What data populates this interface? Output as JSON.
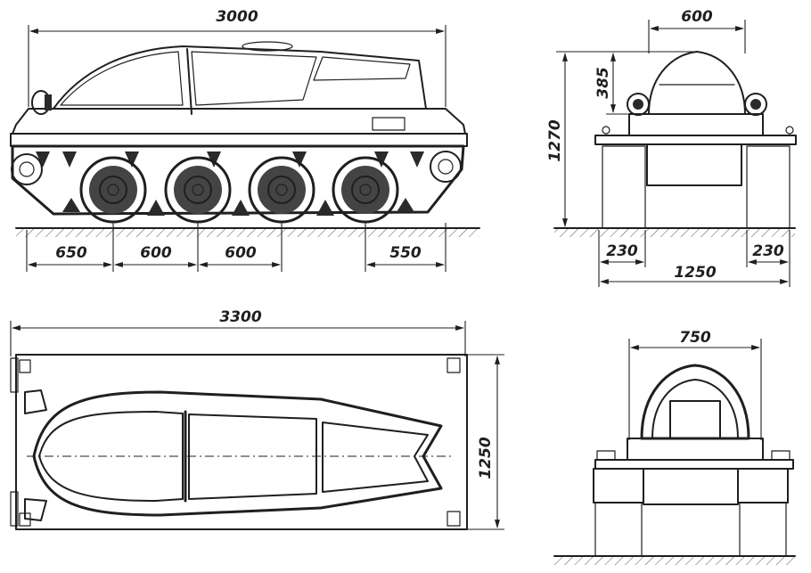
{
  "dimensions": {
    "side_length": "3000",
    "wheel_spacing_1": "650",
    "wheel_spacing_2": "600",
    "wheel_spacing_3": "600",
    "wheel_spacing_4": "550",
    "front_cabin_width": "600",
    "front_total_height": "1270",
    "front_dome_height": "385",
    "front_track_left": "230",
    "front_track_right": "230",
    "front_total_width": "1250",
    "top_length": "3300",
    "top_width": "1250",
    "rear_cabin_width": "750"
  }
}
